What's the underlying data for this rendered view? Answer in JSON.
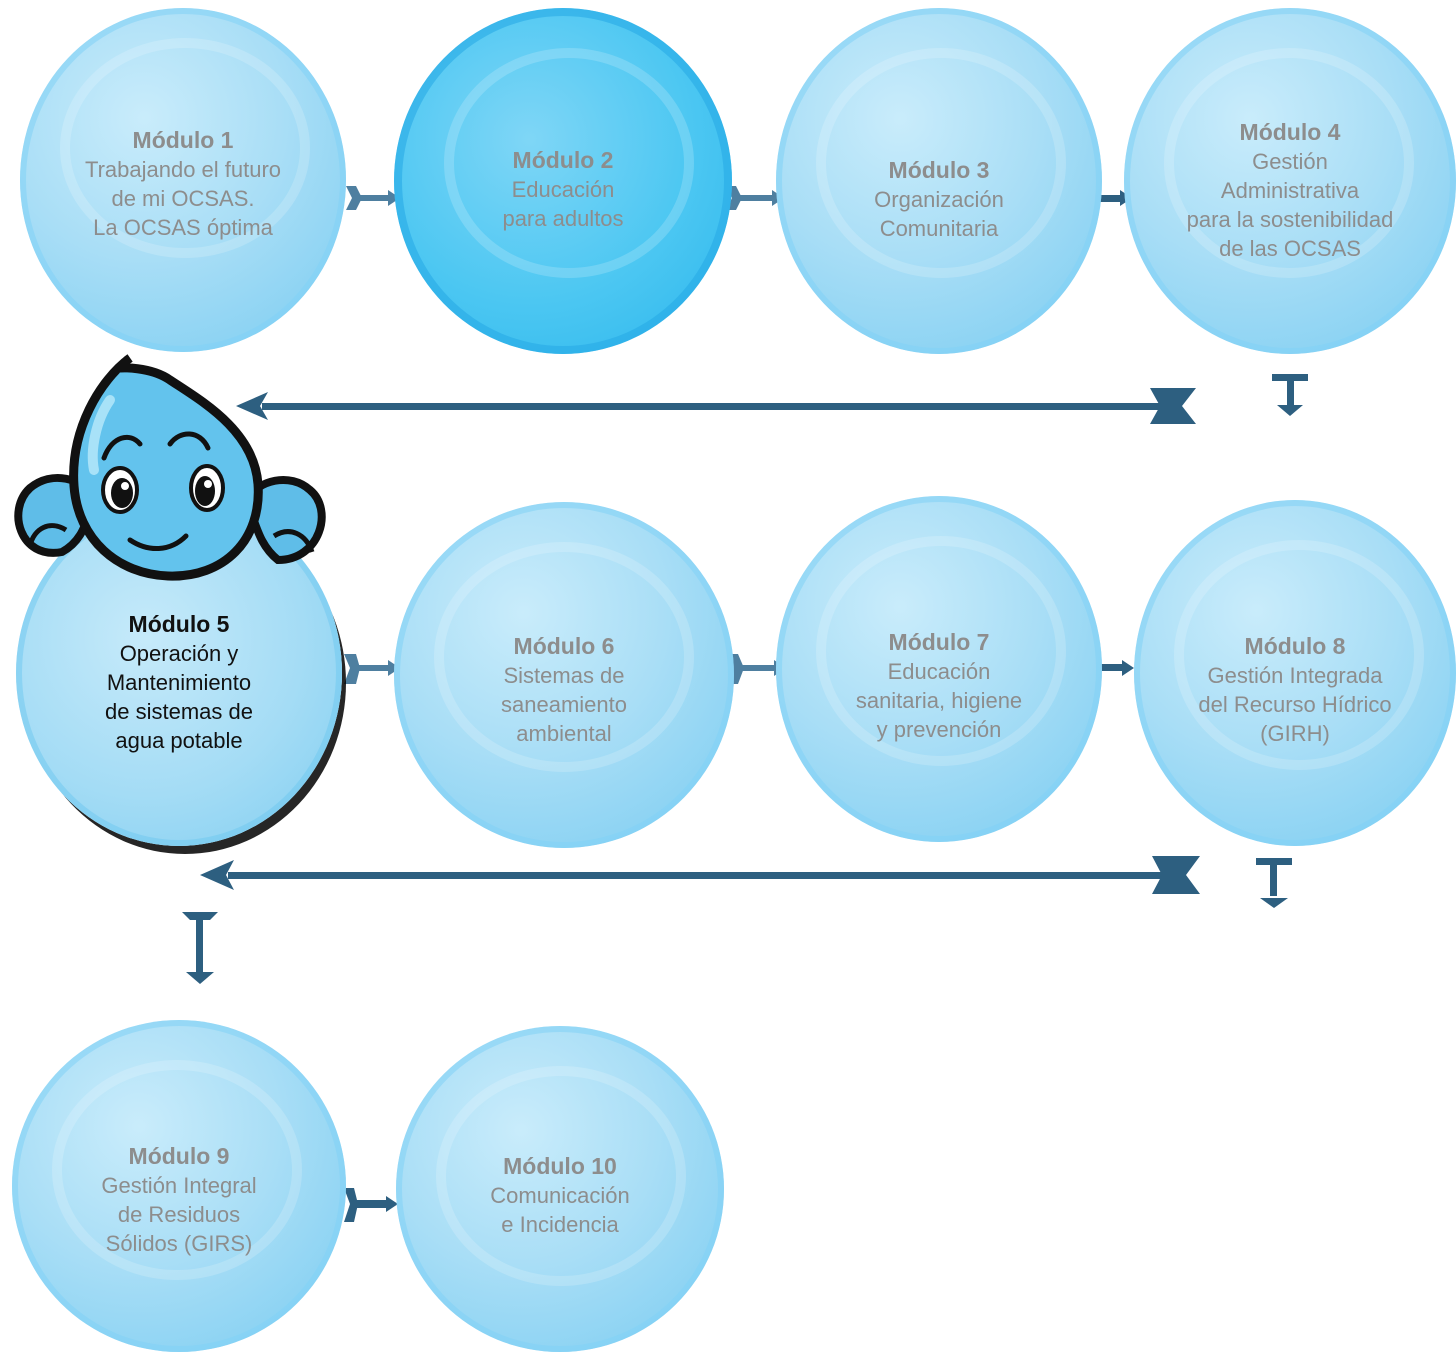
{
  "modules": [
    {
      "title": "Módulo 1",
      "lines": [
        "Trabajando el futuro",
        "de mi OCSAS.",
        "La OCSAS óptima"
      ]
    },
    {
      "title": "Módulo 2",
      "lines": [
        "Educación",
        "para adultos"
      ]
    },
    {
      "title": "Módulo 3",
      "lines": [
        "Organización",
        "Comunitaria"
      ]
    },
    {
      "title": "Módulo 4",
      "lines": [
        "Gestión",
        "Administrativa",
        "para la sostenibilidad",
        "de las OCSAS"
      ]
    },
    {
      "title": "Módulo 5",
      "lines": [
        "Operación y",
        "Mantenimiento",
        "de sistemas de",
        "agua potable"
      ]
    },
    {
      "title": "Módulo 6",
      "lines": [
        "Sistemas de",
        "saneamiento",
        "ambiental"
      ]
    },
    {
      "title": "Módulo 7",
      "lines": [
        "Educación",
        "sanitaria, higiene",
        "y prevención"
      ]
    },
    {
      "title": "Módulo 8",
      "lines": [
        "Gestión Integrada",
        "del Recurso Hídrico",
        "(GIRH)"
      ]
    },
    {
      "title": "Módulo 9",
      "lines": [
        "Gestión Integral",
        "de Residuos",
        "Sólidos (GIRS)"
      ]
    },
    {
      "title": "Módulo 10",
      "lines": [
        "Comunicación",
        "e Incidencia"
      ]
    }
  ],
  "colors": {
    "arrow": "#2d5f80",
    "arrow_light": "#4e7fa0",
    "circle": "#a9def6",
    "circle_active": "#4cc7f2",
    "text": "#8d8d8d",
    "text_focus": "#111111"
  },
  "icons": [
    "water-drop-mascot-icon",
    "arrow-right-icon",
    "arrow-left-icon",
    "arrow-down-icon"
  ]
}
